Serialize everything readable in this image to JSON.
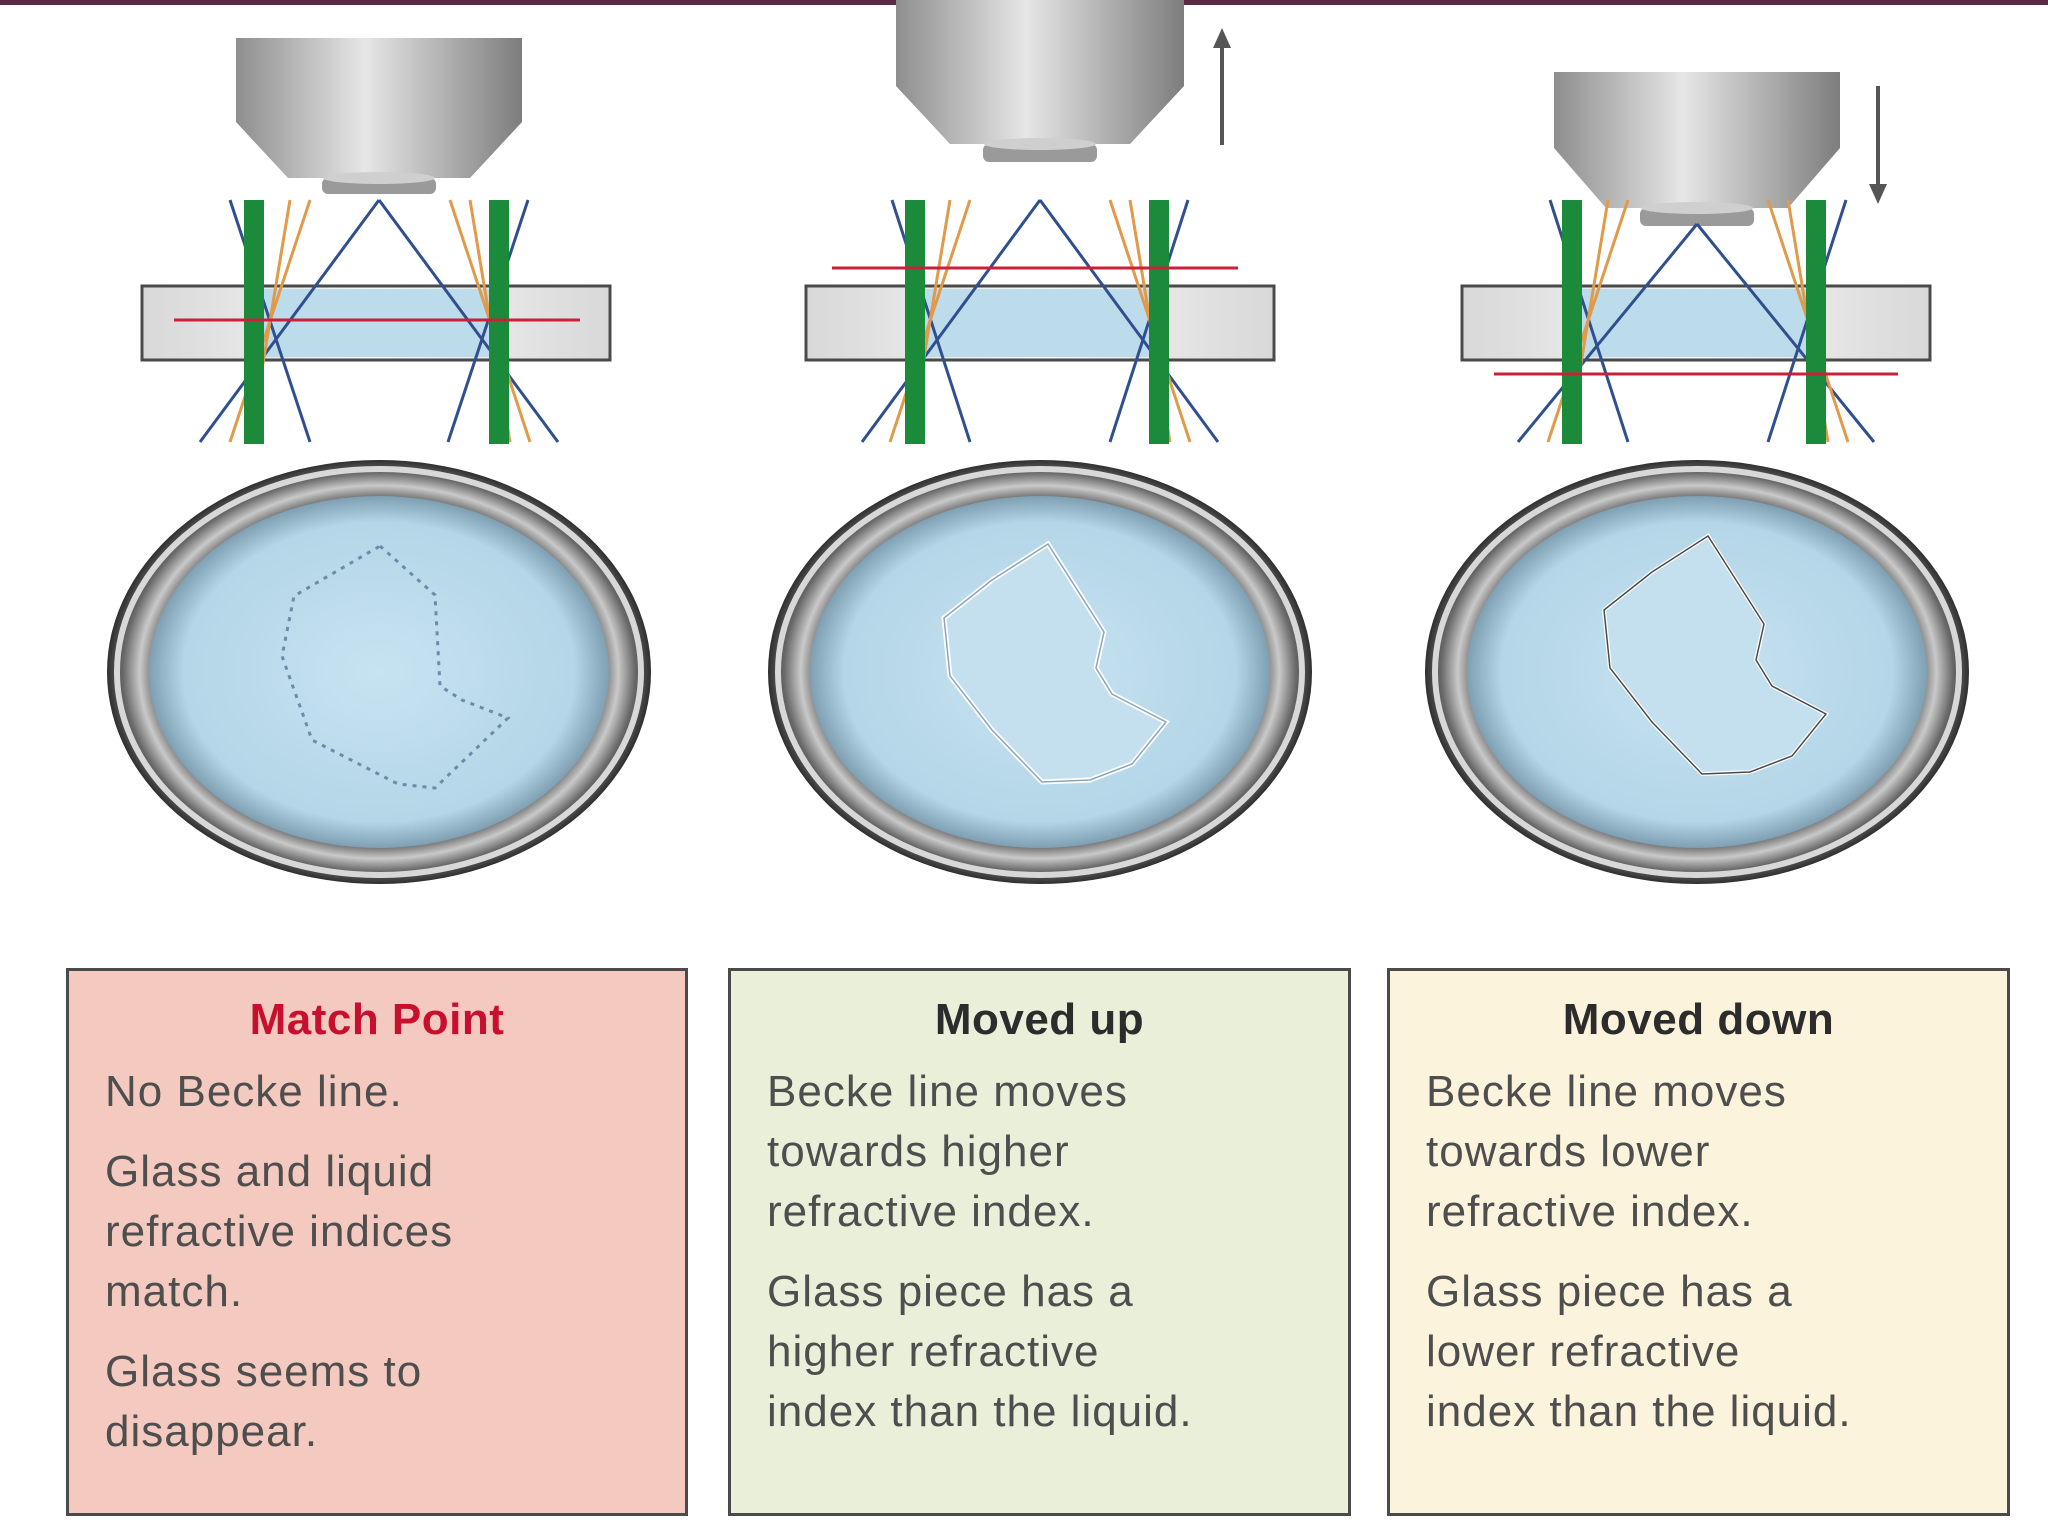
{
  "panels": [
    {
      "title": "Match Point",
      "paragraphs": [
        "No Becke line.",
        "Glass and liquid\nrefractive indices\nmatch.",
        "Glass seems to\ndisappear."
      ]
    },
    {
      "title": "Moved up",
      "paragraphs": [
        "Becke line moves\ntowards higher\nrefractive index.",
        "Glass piece has a\nhigher refractive\nindex than the liquid."
      ]
    },
    {
      "title": "Moved down",
      "paragraphs": [
        "Becke line moves\ntowards lower\nrefractive index.",
        "Glass piece has a\nlower refractive\nindex than the liquid."
      ]
    }
  ],
  "diagram": {
    "focus_arrows": [
      "up-arrow-icon",
      "down-arrow-icon"
    ],
    "colors": {
      "light_path": "#1b8a3a",
      "ray_blue": "#2f4f8f",
      "ray_orange": "#e09a4a",
      "focal_plane": "#cc1f3a",
      "liquid": "#bcdcec",
      "frame": "#3b3b3b",
      "match_point_title": "#c8102e",
      "panel_match": "#f4c9bf",
      "panel_up": "#e9efd9",
      "panel_down": "#fbf3dc"
    }
  }
}
